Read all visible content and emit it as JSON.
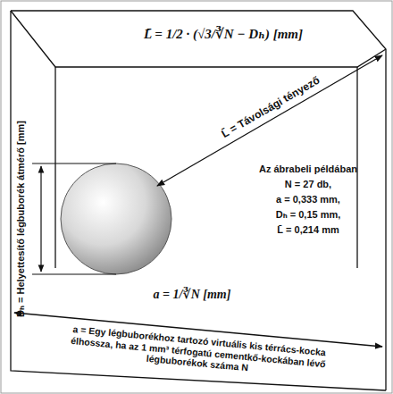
{
  "diagram": {
    "labels": [
      "L̄ = 1/2 · (√3/∛N − Dₕ) [mm]",
      "L̄ = Távolsági tényező",
      "Dₕ = Helyettesítő légbuborék átmérő [mm]",
      "Az ábrabeli példában",
      "N = 27 db,",
      "a = 0,333 mm,",
      "Dₕ = 0,15 mm,",
      "L̄ = 0,214 mm",
      "a = 1/∛N [mm]",
      "a = Egy légbuborékhoz tartozó virtuális kis térrács-kocka élhossza, ha az 1 mm³ térfogatú cementkő-kockában lévő légbuborékok száma N"
    ]
  }
}
